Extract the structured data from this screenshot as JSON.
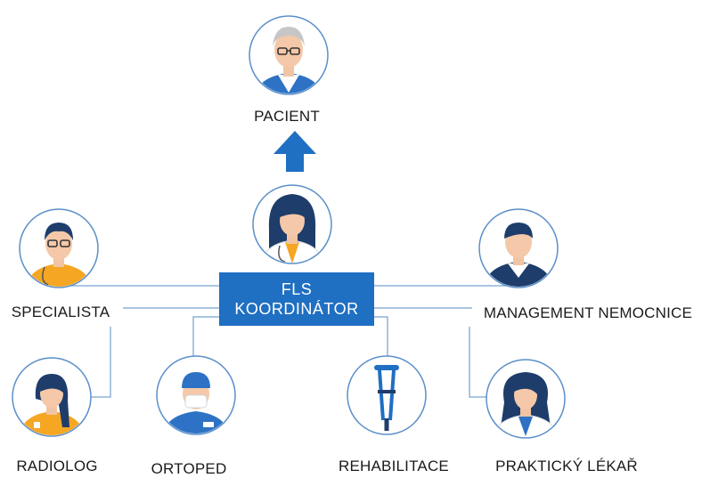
{
  "coordinator": {
    "line1": "FLS",
    "line2": "KOORDINÁTOR"
  },
  "roles": {
    "patient": "PACIENT",
    "specialist": "SPECIALISTA",
    "management": "MANAGEMENT NEMOCNICE",
    "radiologist": "RADIOLOG",
    "orthopedist": "ORTOPED",
    "rehabilitation": "REHABILITACE",
    "gp": "PRAKTICKÝ LÉKAŘ"
  },
  "colors": {
    "accent": "#1f6fc2",
    "connector": "#8db3d9",
    "circle_border": "#5b8fc9",
    "navy": "#1e3d6b"
  },
  "icons": [
    "patient-avatar-icon",
    "coordinator-avatar-icon",
    "specialist-avatar-icon",
    "management-avatar-icon",
    "radiologist-avatar-icon",
    "orthopedist-avatar-icon",
    "crutch-icon",
    "gp-avatar-icon",
    "up-arrow-icon"
  ]
}
